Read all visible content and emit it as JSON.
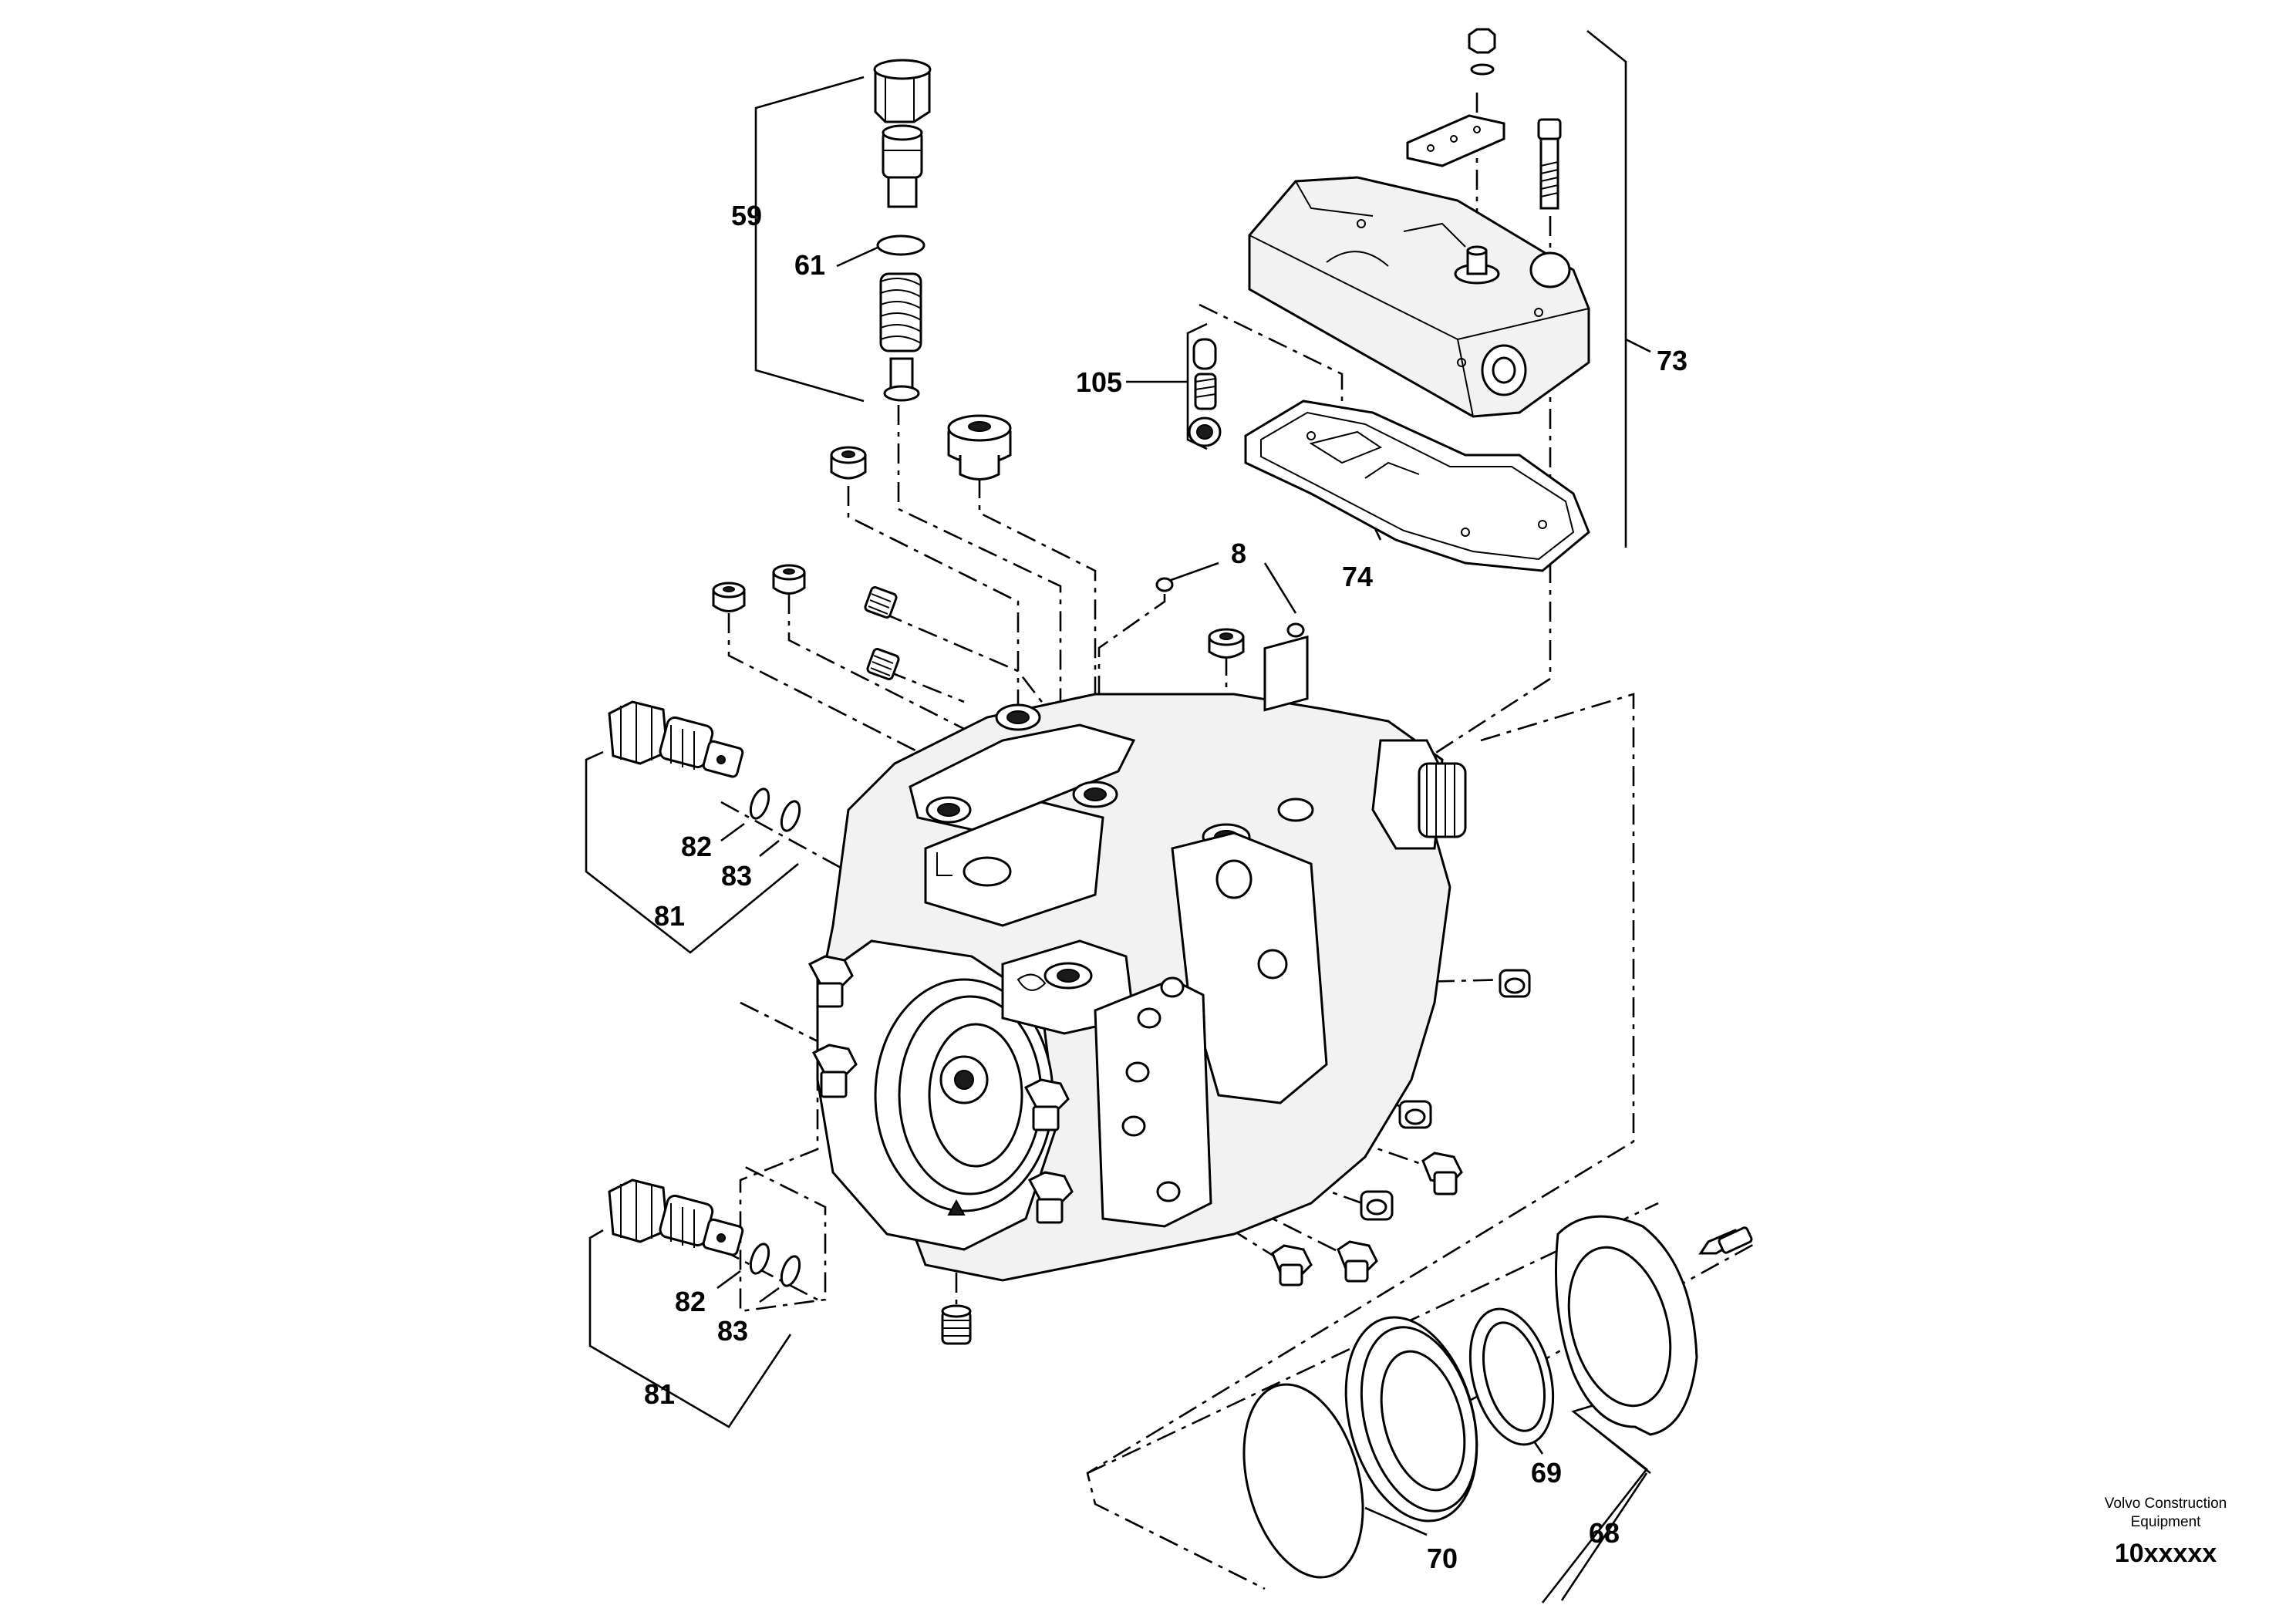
{
  "labels": {
    "p59": "59",
    "p61": "61",
    "p105": "105",
    "p73": "73",
    "p74": "74",
    "p8": "8",
    "p82a": "82",
    "p83a": "83",
    "p81a": "81",
    "p82b": "82",
    "p83b": "83",
    "p81b": "81",
    "p69": "69",
    "p68": "68",
    "p70": "70"
  },
  "footer": {
    "brand_line1": "Volvo Construction",
    "brand_line2": "Equipment",
    "code": "10xxxxx"
  }
}
